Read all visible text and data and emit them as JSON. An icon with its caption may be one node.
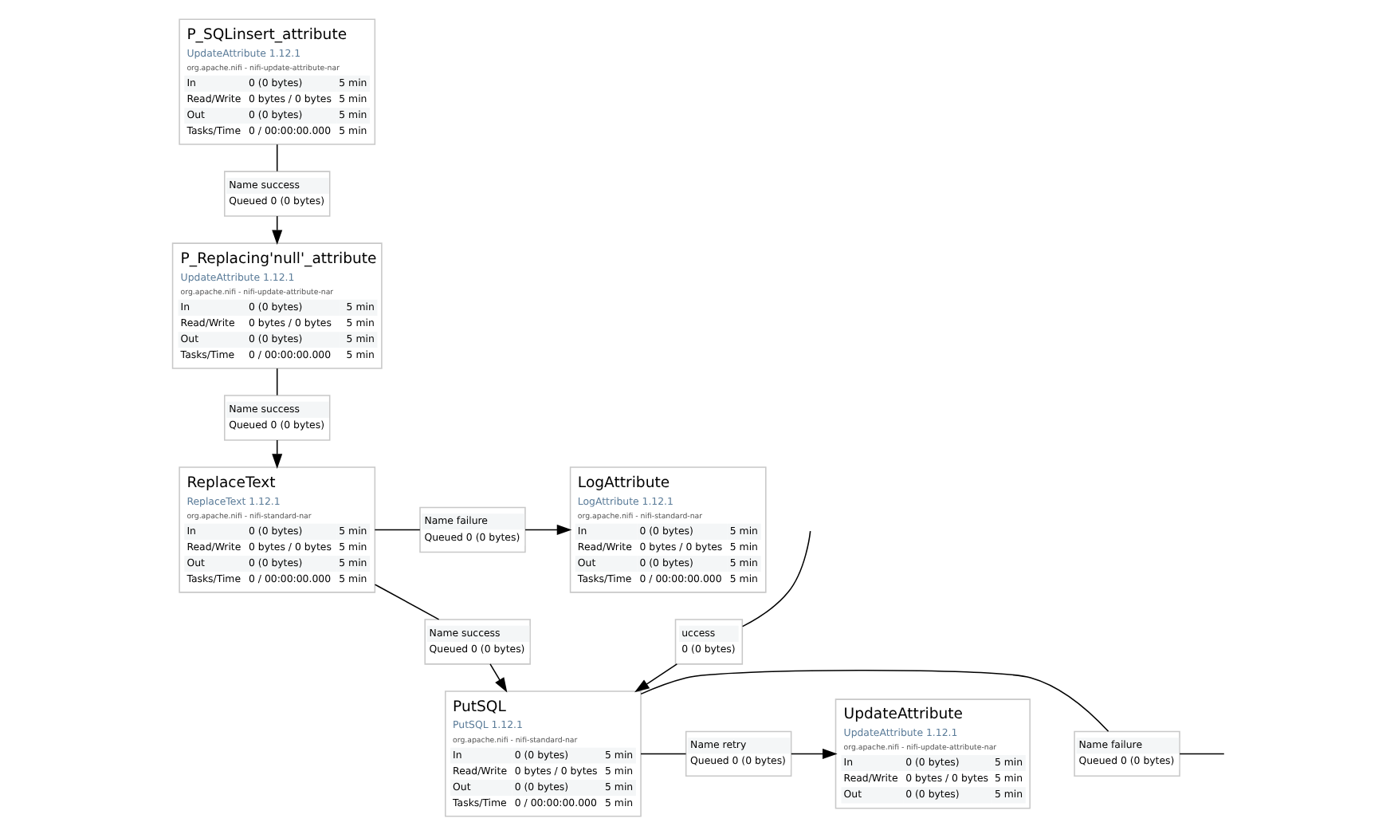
{
  "diagram": {
    "nodes": [
      {
        "text": [
          "P_SQLinsert_attribute",
          "UpdateAttribute 1.12.1",
          "org.apache.nifi - nifi-update-attribute-nar",
          "In",
          "0 (0 bytes)",
          "5 min",
          "Read/Write",
          "0 bytes / 0 bytes",
          "5 min",
          "Out",
          "0 (0 bytes)",
          "5 min",
          "Tasks/Time",
          "0 / 00:00:00.000",
          "5 min"
        ]
      },
      {
        "text": [
          "Name success",
          "Queued 0 (0 bytes)"
        ]
      },
      {
        "text": [
          "P_Replacing'null'_attribute",
          "UpdateAttribute 1.12.1",
          "org.apache.nifi - nifi-update-attribute-nar",
          "In",
          "0 (0 bytes)",
          "5 min",
          "Read/Write",
          "0 bytes / 0 bytes",
          "5 min",
          "Out",
          "0 (0 bytes)",
          "5 min",
          "Tasks/Time",
          "0 / 00:00:00.000",
          "5 min"
        ]
      },
      {
        "text": [
          "Name success",
          "Queued 0 (0 bytes)"
        ]
      },
      {
        "text": [
          "ReplaceText",
          "ReplaceText 1.12.1",
          "org.apache.nifi - nifi-standard-nar",
          "In",
          "0 (0 bytes)",
          "5 min",
          "Read/Write",
          "0 bytes / 0 bytes",
          "5 min",
          "Out",
          "0 (0 bytes)",
          "5 min",
          "Tasks/Time",
          "0 / 00:00:00.000",
          "5 min"
        ]
      },
      {
        "text": [
          "Name failure",
          "Queued 0 (0 bytes)"
        ]
      },
      {
        "text": [
          "LogAttribute",
          "LogAttribute 1.12.1",
          "org.apache.nifi - nifi-standard-nar",
          "In",
          "0 (0 bytes)",
          "5 min",
          "Read/Write",
          "0 bytes / 0 bytes",
          "5 min",
          "Out",
          "0 (0 bytes)",
          "5 min",
          "Tasks/Time",
          "0 / 00:00:00.000",
          "5 min"
        ]
      },
      {
        "text": [
          "Name success",
          "Queued 0 (0 bytes)"
        ]
      },
      {
        "text": [
          "uccess",
          "0 (0 bytes)"
        ]
      },
      {
        "text": [
          "PutSQL",
          "PutSQL 1.12.1",
          "org.apache.nifi - nifi-standard-nar",
          "In",
          "0 (0 bytes)",
          "5 min",
          "Read/Write",
          "0 bytes / 0 bytes",
          "5 min",
          "Out",
          "0 (0 bytes)",
          "5 min",
          "Tasks/Time",
          "0 / 00:00:00.000",
          "5 min"
        ]
      },
      {
        "text": [
          "Name failure",
          "Queued 0 (0 bytes)"
        ]
      },
      {
        "text": [
          "Name retry",
          "Queued 0 (0 bytes)"
        ]
      },
      {
        "text": [
          "UpdateAttribute",
          "UpdateAttribute 1.12.1",
          "org.apache.nifi - nifi-update-attribute-nar",
          "In",
          "0 (0 bytes)",
          "5 min",
          "Read/Write",
          "0 bytes / 0 bytes",
          "5 min",
          "Out",
          "0 (0 bytes)",
          "5 min"
        ]
      }
    ],
    "edges": [
      {
        "from": 0,
        "to": 1,
        "arrow": "none"
      },
      {
        "from": 1,
        "to": 2,
        "arrow": "to"
      },
      {
        "from": 2,
        "to": 3,
        "arrow": "none"
      },
      {
        "from": 3,
        "to": 4,
        "arrow": "to"
      },
      {
        "from": 4,
        "to": 5,
        "arrow": "none"
      },
      {
        "from": 5,
        "to": 6,
        "arrow": "to"
      },
      {
        "from": 4,
        "to": 7,
        "arrow": "none"
      },
      {
        "from": 7,
        "to": 9,
        "arrow": "to"
      },
      {
        "from": null,
        "to": 8,
        "arrow": "none"
      },
      {
        "from": 8,
        "to": 9,
        "arrow": "to"
      },
      {
        "from": 9,
        "to": 10,
        "arrow": "none"
      },
      {
        "from": 10,
        "to": null,
        "arrow": "none"
      },
      {
        "from": 9,
        "to": 11,
        "arrow": "none"
      },
      {
        "from": 11,
        "to": 12,
        "arrow": "to"
      }
    ]
  }
}
